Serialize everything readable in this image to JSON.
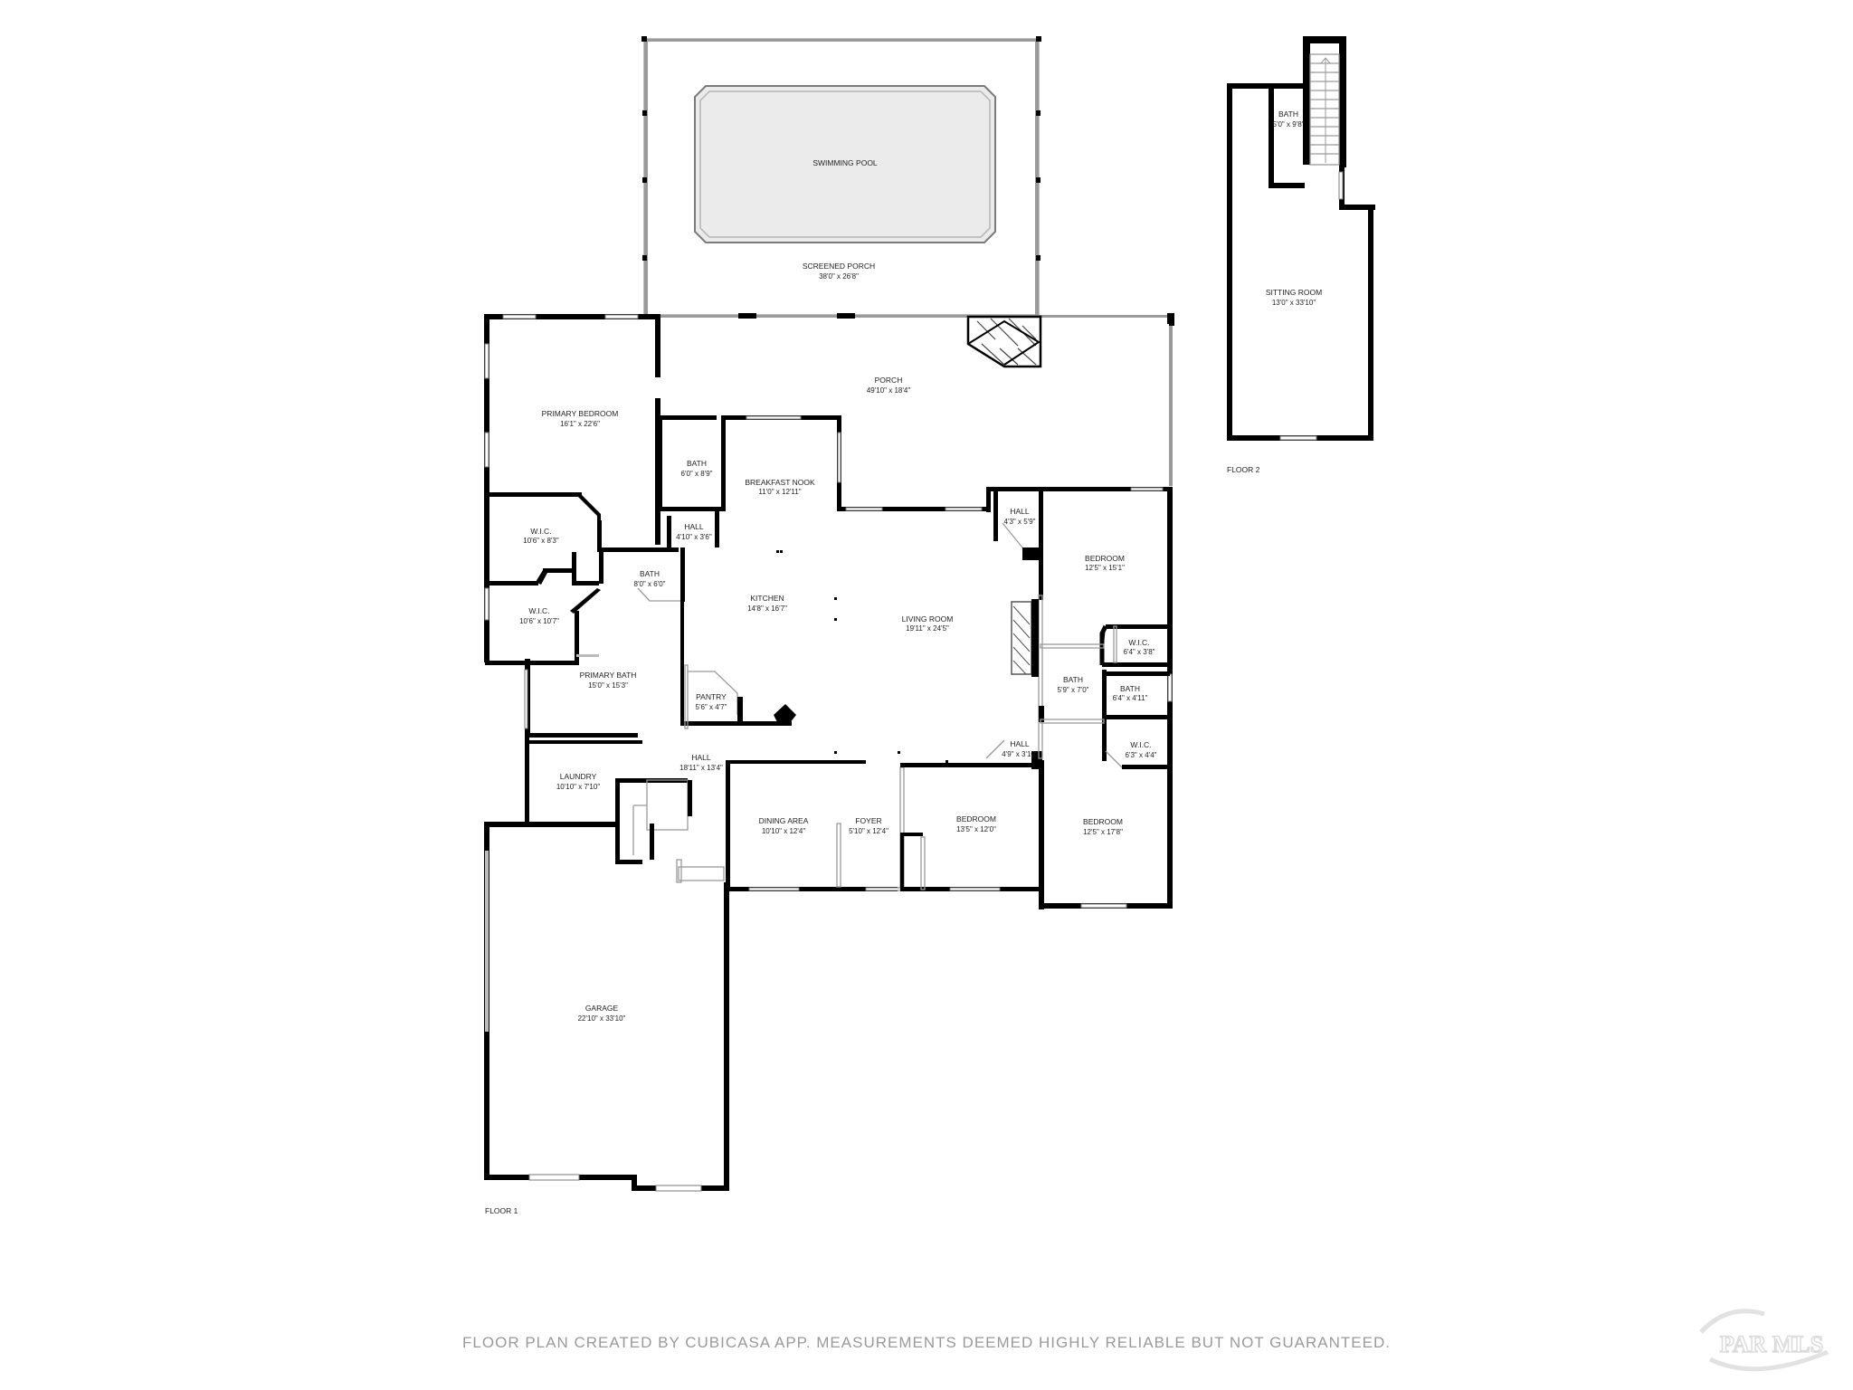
{
  "rooms": {
    "swimming_pool": {
      "name": "SWIMMING POOL",
      "dims": ""
    },
    "screened_porch": {
      "name": "SCREENED PORCH",
      "dims": "38'0\" x 26'8\""
    },
    "porch": {
      "name": "PORCH",
      "dims": "49'10\" x 18'4\""
    },
    "primary_bedroom": {
      "name": "PRIMARY BEDROOM",
      "dims": "16'1\" x 22'6\""
    },
    "bath_1": {
      "name": "BATH",
      "dims": "6'0\" x 8'9\""
    },
    "breakfast_nook": {
      "name": "BREAKFAST NOOK",
      "dims": "11'0\" x 12'11\""
    },
    "hall_1": {
      "name": "HALL",
      "dims": "4'10\" x 3'6\""
    },
    "wic_1": {
      "name": "W.I.C.",
      "dims": "10'6\" x 8'3\""
    },
    "bath_2": {
      "name": "BATH",
      "dims": "8'0\" x 6'0\""
    },
    "wic_2": {
      "name": "W.I.C.",
      "dims": "10'6\" x 10'7\""
    },
    "kitchen": {
      "name": "KITCHEN",
      "dims": "14'8\" x 16'7\""
    },
    "living_room": {
      "name": "LIVING ROOM",
      "dims": "19'11\" x 24'5\""
    },
    "hall_2": {
      "name": "HALL",
      "dims": "4'3\" x 5'9\""
    },
    "bedroom_1": {
      "name": "BEDROOM",
      "dims": "12'5\" x 15'1\""
    },
    "wic_3": {
      "name": "W.I.C.",
      "dims": "6'4\" x 3'8\""
    },
    "bath_3": {
      "name": "BATH",
      "dims": "5'9\" x 7'0\""
    },
    "bath_4": {
      "name": "BATH",
      "dims": "6'4\" x 4'11\""
    },
    "primary_bath": {
      "name": "PRIMARY BATH",
      "dims": "15'0\" x 15'3\""
    },
    "pantry": {
      "name": "PANTRY",
      "dims": "5'6\" x 4'7\""
    },
    "hall_3": {
      "name": "HALL",
      "dims": "4'9\" x 3'10\""
    },
    "wic_4": {
      "name": "W.I.C.",
      "dims": "6'3\" x 4'4\""
    },
    "hall_4": {
      "name": "HALL",
      "dims": "18'11\" x 13'4\""
    },
    "laundry": {
      "name": "LAUNDRY",
      "dims": "10'10\" x 7'10\""
    },
    "dining_area": {
      "name": "DINING AREA",
      "dims": "10'10\" x 12'4\""
    },
    "foyer": {
      "name": "FOYER",
      "dims": "5'10\" x 12'4\""
    },
    "bedroom_2": {
      "name": "BEDROOM",
      "dims": "13'5\" x 12'0\""
    },
    "bedroom_3": {
      "name": "BEDROOM",
      "dims": "12'5\" x 17'8\""
    },
    "garage": {
      "name": "GARAGE",
      "dims": "22'10\" x 33'10\""
    },
    "bath_upper": {
      "name": "BATH",
      "dims": "5'0\" x 9'8\""
    },
    "sitting_room": {
      "name": "SITTING ROOM",
      "dims": "13'0\" x 33'10\""
    }
  },
  "floors": {
    "floor_1": "FLOOR 1",
    "floor_2": "FLOOR 2"
  },
  "footer": "FLOOR PLAN CREATED BY CUBICASA APP. MEASUREMENTS DEEMED HIGHLY RELIABLE BUT NOT GUARANTEED.",
  "logo_text": "PAR MLS",
  "colors": {
    "walls": "#000000",
    "pool_fill": "#ebebeb",
    "footer_text": "#9a9a9a"
  }
}
